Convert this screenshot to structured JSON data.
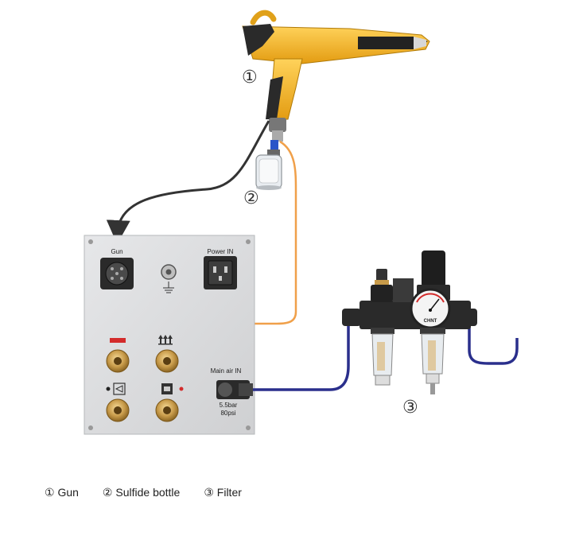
{
  "panel": {
    "gun_label": "Gun",
    "power_label": "Power IN",
    "main_air_label": "Main air IN",
    "pressure_bar": "5.5bar",
    "pressure_psi": "80psi"
  },
  "regulator_brand": "CHNT",
  "callouts": [
    "①",
    "②",
    "③"
  ],
  "legend": [
    {
      "num": "①",
      "label": "Gun"
    },
    {
      "num": "②",
      "label": "Sulfide bottle"
    },
    {
      "num": "③",
      "label": "Filter"
    }
  ],
  "colors": {
    "gun_body": "#f2b321",
    "gun_dark": "#2a2a2a",
    "panel": "#d9dadc",
    "brass": "#c89b4a",
    "cable_black": "#333333",
    "hose_orange": "#f0a04a",
    "hose_blue": "#2a2f8c"
  }
}
